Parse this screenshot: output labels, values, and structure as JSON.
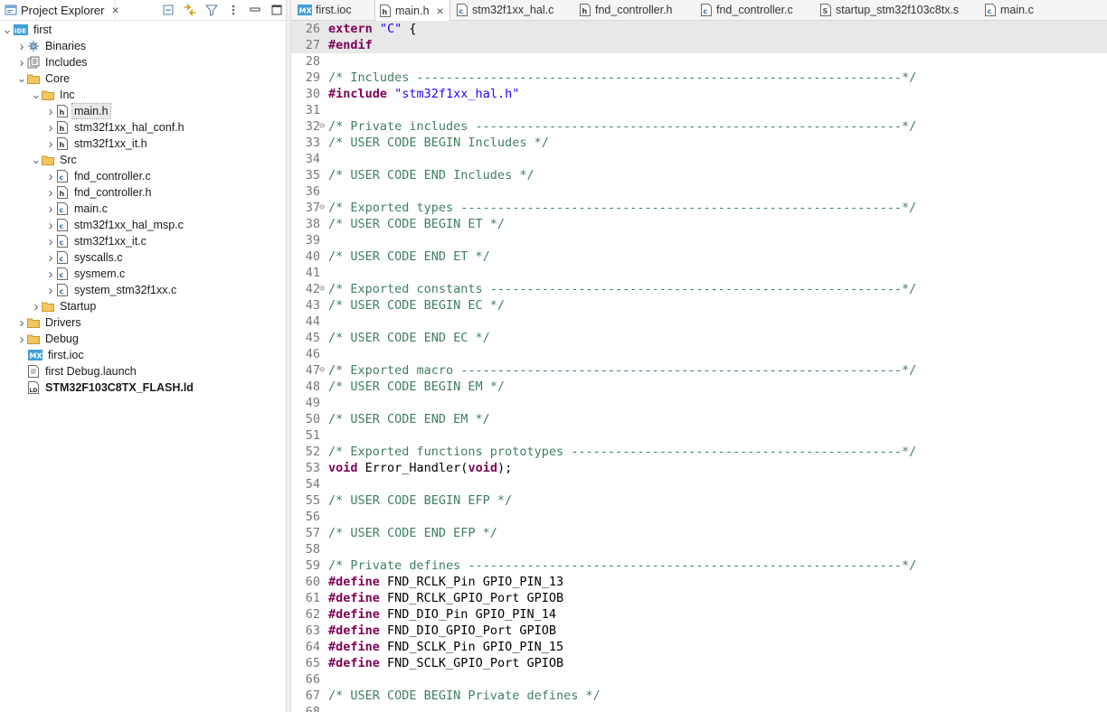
{
  "explorer": {
    "title": "Project Explorer",
    "close": "×",
    "toolbar_icons": [
      "collapse-all-icon",
      "link-editor-icon",
      "filter-icon",
      "view-menu-icon",
      "minimize-icon",
      "maximize-icon"
    ],
    "tree": [
      {
        "label": "first",
        "icon": "project-icon",
        "depth": 0,
        "chev": "open",
        "name": "tree-item-first"
      },
      {
        "label": "Binaries",
        "icon": "binaries-icon",
        "depth": 1,
        "chev": "closed",
        "name": "tree-item-binaries"
      },
      {
        "label": "Includes",
        "icon": "includes-icon",
        "depth": 1,
        "chev": "closed",
        "name": "tree-item-includes"
      },
      {
        "label": "Core",
        "icon": "folder-icon",
        "depth": 1,
        "chev": "open",
        "name": "tree-item-core"
      },
      {
        "label": "Inc",
        "icon": "folder-icon",
        "depth": 2,
        "chev": "open",
        "name": "tree-item-inc"
      },
      {
        "label": "main.h",
        "icon": "h-file-icon",
        "depth": 3,
        "chev": "closed",
        "name": "tree-item-main-h",
        "selected": true
      },
      {
        "label": "stm32f1xx_hal_conf.h",
        "icon": "h-file-icon",
        "depth": 3,
        "chev": "closed",
        "name": "tree-item-hal-conf-h"
      },
      {
        "label": "stm32f1xx_it.h",
        "icon": "h-file-icon",
        "depth": 3,
        "chev": "closed",
        "name": "tree-item-it-h"
      },
      {
        "label": "Src",
        "icon": "folder-icon",
        "depth": 2,
        "chev": "open",
        "name": "tree-item-src"
      },
      {
        "label": "fnd_controller.c",
        "icon": "c-file-icon",
        "depth": 3,
        "chev": "closed",
        "name": "tree-item-fnd-controller-c"
      },
      {
        "label": "fnd_controller.h",
        "icon": "h-file-icon",
        "depth": 3,
        "chev": "closed",
        "name": "tree-item-fnd-controller-h"
      },
      {
        "label": "main.c",
        "icon": "c-file-icon",
        "depth": 3,
        "chev": "closed",
        "name": "tree-item-main-c"
      },
      {
        "label": "stm32f1xx_hal_msp.c",
        "icon": "c-file-icon",
        "depth": 3,
        "chev": "closed",
        "name": "tree-item-hal-msp-c"
      },
      {
        "label": "stm32f1xx_it.c",
        "icon": "c-file-icon",
        "depth": 3,
        "chev": "closed",
        "name": "tree-item-it-c"
      },
      {
        "label": "syscalls.c",
        "icon": "c-file-icon",
        "depth": 3,
        "chev": "closed",
        "name": "tree-item-syscalls-c"
      },
      {
        "label": "sysmem.c",
        "icon": "c-file-icon",
        "depth": 3,
        "chev": "closed",
        "name": "tree-item-sysmem-c"
      },
      {
        "label": "system_stm32f1xx.c",
        "icon": "c-file-icon",
        "depth": 3,
        "chev": "closed",
        "name": "tree-item-system-c"
      },
      {
        "label": "Startup",
        "icon": "folder-icon",
        "depth": 2,
        "chev": "closed",
        "name": "tree-item-startup"
      },
      {
        "label": "Drivers",
        "icon": "folder-icon",
        "depth": 1,
        "chev": "closed",
        "name": "tree-item-drivers"
      },
      {
        "label": "Debug",
        "icon": "folder-icon",
        "depth": 1,
        "chev": "closed",
        "name": "tree-item-debug"
      },
      {
        "label": "first.ioc",
        "icon": "mx-file-icon",
        "depth": 1,
        "chev": "none",
        "name": "tree-item-first-ioc"
      },
      {
        "label": "first Debug.launch",
        "icon": "launch-file-icon",
        "depth": 1,
        "chev": "none",
        "name": "tree-item-launch"
      },
      {
        "label": "STM32F103C8TX_FLASH.ld",
        "icon": "ld-file-icon",
        "depth": 1,
        "chev": "none",
        "name": "tree-item-ld",
        "bold": true
      }
    ]
  },
  "editor": {
    "tabs": [
      {
        "label": "first.ioc",
        "icon": "mx-file-icon",
        "active": false
      },
      {
        "label": "main.h",
        "icon": "h-file-icon",
        "active": true,
        "close": "×"
      },
      {
        "label": "stm32f1xx_hal.c",
        "icon": "c-file-icon",
        "active": false
      },
      {
        "label": "fnd_controller.h",
        "icon": "h-file-icon",
        "active": false
      },
      {
        "label": "fnd_controller.c",
        "icon": "c-file-icon",
        "active": false
      },
      {
        "label": "startup_stm32f103c8tx.s",
        "icon": "s-file-icon",
        "active": false
      },
      {
        "label": "main.c",
        "icon": "c-file-icon",
        "active": false
      }
    ],
    "lines": [
      {
        "n": "26",
        "hl": true,
        "seg": [
          [
            "kw",
            "extern "
          ],
          [
            "str",
            "\"C\""
          ],
          [
            "pl",
            " {"
          ]
        ]
      },
      {
        "n": "27",
        "hl": true,
        "seg": [
          [
            "kw",
            "#endif"
          ]
        ]
      },
      {
        "n": "28",
        "seg": []
      },
      {
        "n": "29",
        "seg": [
          [
            "cm",
            "/* Includes ------------------------------------------------------------------*/"
          ]
        ]
      },
      {
        "n": "30",
        "seg": [
          [
            "kw",
            "#include "
          ],
          [
            "str",
            "\"stm32f1xx_hal.h\""
          ]
        ]
      },
      {
        "n": "31",
        "seg": []
      },
      {
        "n": "32",
        "fold": true,
        "seg": [
          [
            "cm",
            "/* Private includes ----------------------------------------------------------*/"
          ]
        ]
      },
      {
        "n": "33",
        "seg": [
          [
            "cm",
            "/* USER CODE BEGIN Includes */"
          ]
        ]
      },
      {
        "n": "34",
        "seg": []
      },
      {
        "n": "35",
        "seg": [
          [
            "cm",
            "/* USER CODE END Includes */"
          ]
        ]
      },
      {
        "n": "36",
        "seg": []
      },
      {
        "n": "37",
        "fold": true,
        "seg": [
          [
            "cm",
            "/* Exported types ------------------------------------------------------------*/"
          ]
        ]
      },
      {
        "n": "38",
        "seg": [
          [
            "cm",
            "/* USER CODE BEGIN ET */"
          ]
        ]
      },
      {
        "n": "39",
        "seg": []
      },
      {
        "n": "40",
        "seg": [
          [
            "cm",
            "/* USER CODE END ET */"
          ]
        ]
      },
      {
        "n": "41",
        "seg": []
      },
      {
        "n": "42",
        "fold": true,
        "seg": [
          [
            "cm",
            "/* Exported constants --------------------------------------------------------*/"
          ]
        ]
      },
      {
        "n": "43",
        "seg": [
          [
            "cm",
            "/* USER CODE BEGIN EC */"
          ]
        ]
      },
      {
        "n": "44",
        "seg": []
      },
      {
        "n": "45",
        "seg": [
          [
            "cm",
            "/* USER CODE END EC */"
          ]
        ]
      },
      {
        "n": "46",
        "seg": []
      },
      {
        "n": "47",
        "fold": true,
        "seg": [
          [
            "cm",
            "/* Exported macro ------------------------------------------------------------*/"
          ]
        ]
      },
      {
        "n": "48",
        "seg": [
          [
            "cm",
            "/* USER CODE BEGIN EM */"
          ]
        ]
      },
      {
        "n": "49",
        "seg": []
      },
      {
        "n": "50",
        "seg": [
          [
            "cm",
            "/* USER CODE END EM */"
          ]
        ]
      },
      {
        "n": "51",
        "seg": []
      },
      {
        "n": "52",
        "seg": [
          [
            "cm",
            "/* Exported functions prototypes ---------------------------------------------*/"
          ]
        ]
      },
      {
        "n": "53",
        "seg": [
          [
            "kw",
            "void"
          ],
          [
            "pl",
            " Error_Handler("
          ],
          [
            "kw",
            "void"
          ],
          [
            "pl",
            ");"
          ]
        ]
      },
      {
        "n": "54",
        "seg": []
      },
      {
        "n": "55",
        "seg": [
          [
            "cm",
            "/* USER CODE BEGIN EFP */"
          ]
        ]
      },
      {
        "n": "56",
        "seg": []
      },
      {
        "n": "57",
        "seg": [
          [
            "cm",
            "/* USER CODE END EFP */"
          ]
        ]
      },
      {
        "n": "58",
        "seg": []
      },
      {
        "n": "59",
        "seg": [
          [
            "cm",
            "/* Private defines -----------------------------------------------------------*/"
          ]
        ]
      },
      {
        "n": "60",
        "seg": [
          [
            "kw",
            "#define"
          ],
          [
            "pl",
            " FND_RCLK_Pin GPIO_PIN_13"
          ]
        ]
      },
      {
        "n": "61",
        "seg": [
          [
            "kw",
            "#define"
          ],
          [
            "pl",
            " FND_RCLK_GPIO_Port GPIOB"
          ]
        ]
      },
      {
        "n": "62",
        "seg": [
          [
            "kw",
            "#define"
          ],
          [
            "pl",
            " FND_DIO_Pin GPIO_PIN_14"
          ]
        ]
      },
      {
        "n": "63",
        "seg": [
          [
            "kw",
            "#define"
          ],
          [
            "pl",
            " FND_DIO_GPIO_Port GPIOB"
          ]
        ]
      },
      {
        "n": "64",
        "seg": [
          [
            "kw",
            "#define"
          ],
          [
            "pl",
            " FND_SCLK_Pin GPIO_PIN_15"
          ]
        ]
      },
      {
        "n": "65",
        "seg": [
          [
            "kw",
            "#define"
          ],
          [
            "pl",
            " FND_SCLK_GPIO_Port GPIOB"
          ]
        ]
      },
      {
        "n": "66",
        "seg": []
      },
      {
        "n": "67",
        "seg": [
          [
            "cm",
            "/* USER CODE BEGIN Private defines */"
          ]
        ]
      },
      {
        "n": "68",
        "seg": []
      }
    ],
    "fold_glyph": "⊖",
    "colors": {
      "comment": "#3f7f5f",
      "keyword": "#7f0055",
      "string": "#2a00ff",
      "line_number": "#787878"
    }
  }
}
